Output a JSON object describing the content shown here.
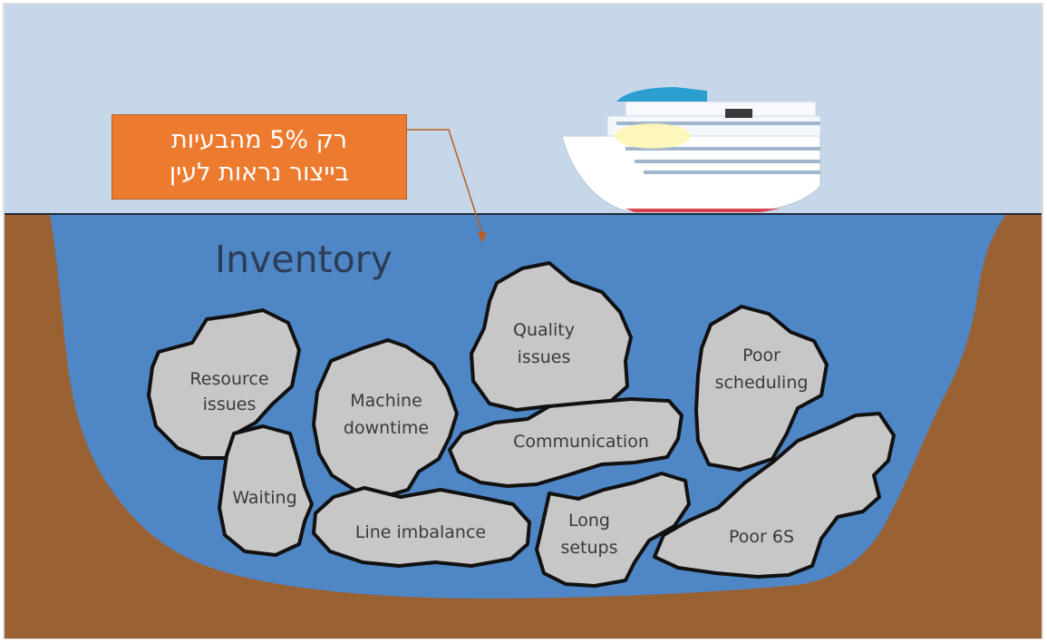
{
  "callout": {
    "line1": "רק 5% מהבעיות",
    "line2": "בייצור נראות לעין"
  },
  "water_label": "Inventory",
  "rocks": {
    "resource": [
      "Resource",
      "issues"
    ],
    "machine": [
      "Machine",
      "downtime"
    ],
    "quality": [
      "Quality",
      "issues"
    ],
    "scheduling": [
      "Poor",
      "scheduling"
    ],
    "communication": [
      "Communication"
    ],
    "waiting": [
      "Waiting"
    ],
    "imbalance": [
      "Line imbalance"
    ],
    "setups": [
      "Long",
      "setups"
    ],
    "sixs": [
      "Poor 6S"
    ]
  },
  "colors": {
    "sky": "#c7d7ea",
    "water": "#4f86c6",
    "earth": "#9a6133",
    "rock": "#c7c7c7",
    "callout": "#ec7b30"
  }
}
